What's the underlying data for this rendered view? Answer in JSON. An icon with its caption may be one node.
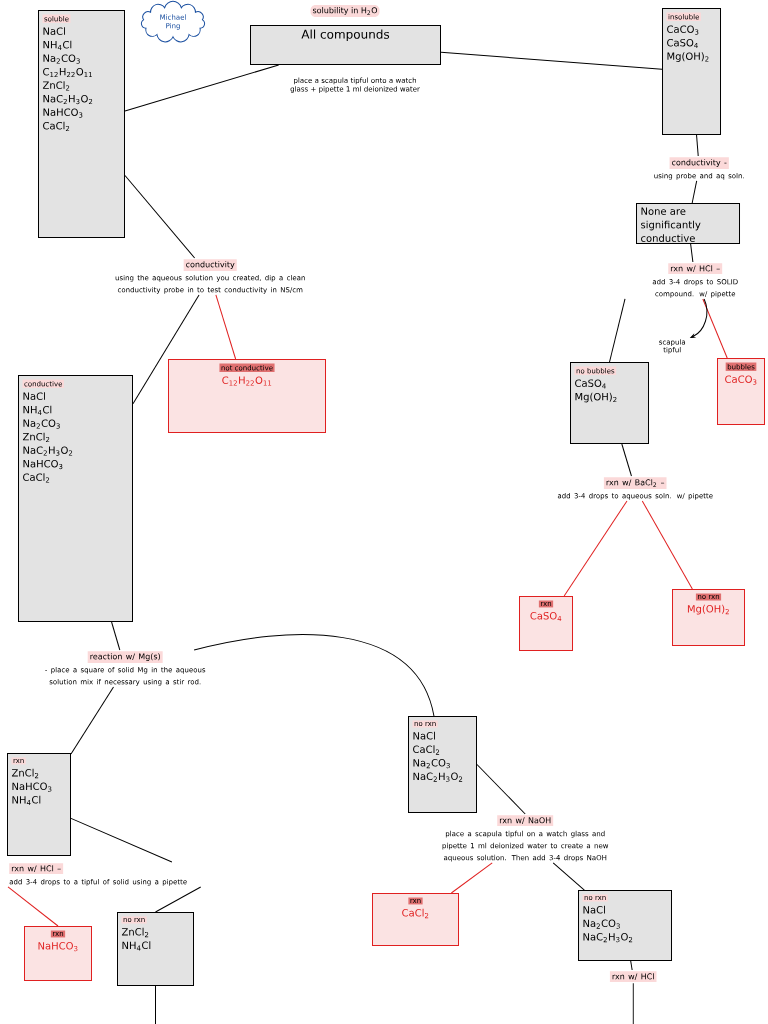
{
  "diagram": {
    "nodes": [
      {
        "text": [
          "Michael Ping"
        ]
      },
      {
        "text": [
          "All compounds"
        ],
        "beside": [
          "solubility in H$_{2}$O",
          "place a scapula tipful onto a watch glass + pipette 1 ml deionized water"
        ]
      },
      {
        "text": [
          "soluble",
          "NaCl",
          "NH$_{4}$Cl",
          "Na$_{2}$CO$_{3}$",
          "C$_{12}$H$_{22}$O$_{11}$",
          "ZnCl$_{2}$",
          "NaC$_{2}$H$_{3}$O$_{2}$",
          "NaHCO$_{3}$",
          "CaCl$_{2}$"
        ]
      },
      {
        "text": [
          "insoluble",
          "CaCO$_{3}$",
          "CaSO$_{4}$",
          "Mg(OH)$_{2}$"
        ]
      },
      {
        "text": [
          "conductivity",
          "using the aqueous solution you created, dip a clean conductivity probe in to test conductivity in NS/cm"
        ]
      },
      {
        "text": [
          "conductive",
          "NaCl",
          "NH$_{4}$Cl",
          "Na$_{2}$CO$_{3}$",
          "ZnCl$_{2}$",
          "NaC$_{2}$H$_{3}$O$_{2}$",
          "NaHCO$_{3}$",
          "CaCl$_{2}$"
        ]
      },
      {
        "text": [
          "not conductive",
          "C$_{12}$H$_{22}$O$_{11}$"
        ]
      },
      {
        "text": [
          "conductivity -",
          "using probe and aq soln."
        ]
      },
      {
        "text": [
          "None are significantly conductive"
        ]
      },
      {
        "text": [
          "rxn w/ HCl –",
          "add 3-4 drops to SOLID compound. w/ pipette"
        ]
      },
      {
        "text": [
          "no bubbles",
          "CaSO$_{4}$",
          "Mg(OH)$_{2}$"
        ]
      },
      {
        "text": [
          "bubbles",
          "CaCO$_{3}$"
        ]
      },
      {
        "text": [
          "scapula tipful"
        ]
      },
      {
        "text": [
          "rxn w/ BaCl$_{2}$ –",
          "add 3-4 drops to aqueous soln. w/ pipette"
        ]
      },
      {
        "text": [
          "rxn",
          "CaSO$_{4}$"
        ]
      },
      {
        "text": [
          "no rxn",
          "Mg(OH)$_{2}$"
        ]
      },
      {
        "text": [
          "reaction w/ Mg(s)",
          "- place a square of solid Mg in the aqueous solution mix if necessary using a stir rod."
        ]
      },
      {
        "text": [
          "rxn",
          "ZnCl$_{2}$",
          "NaHCO$_{3}$",
          "NH$_{4}$Cl"
        ]
      },
      {
        "text": [
          "no rxn",
          "NaCl",
          "CaCl$_{2}$",
          "Na$_{2}$CO$_{3}$",
          "NaC$_{2}$H$_{3}$O$_{2}$"
        ]
      },
      {
        "text": [
          "rxn w/ NaOH",
          "place a scapula tipful on a watch glass and pipette 1 ml deionized water to create a new aqueous solution. Then add 3-4 drops NaOH"
        ]
      },
      {
        "text": [
          "rxn",
          "CaCl$_{2}$"
        ]
      },
      {
        "text": [
          "no rxn",
          "NaCl",
          "Na$_{2}$CO$_{3}$",
          "NaC$_{2}$H$_{3}$O$_{2}$"
        ]
      },
      {
        "text": [
          "rxn w/ HCl"
        ]
      },
      {
        "text": [
          "rxn w/ HCl –",
          "add 3-4 drops to a tipful of solid using a pipette"
        ]
      },
      {
        "text": [
          "rxn",
          "NaHCO$_{3}$"
        ]
      },
      {
        "text": [
          "no rxn",
          "ZnCl$_{2}$",
          "NH$_{4}$Cl"
        ]
      }
    ],
    "edges": [
      {
        "from": 1,
        "to": 2,
        "arrow": "none"
      },
      {
        "from": 1,
        "to": 3,
        "arrow": "none"
      },
      {
        "from": 2,
        "to": 4,
        "arrow": "none"
      },
      {
        "from": 4,
        "to": 5,
        "arrow": "none"
      },
      {
        "from": 4,
        "to": 6,
        "arrow": "none",
        "color": "#e02020"
      },
      {
        "from": 3,
        "to": 7,
        "arrow": "none"
      },
      {
        "from": 7,
        "to": 8,
        "arrow": "none"
      },
      {
        "from": 8,
        "to": 9,
        "arrow": "none"
      },
      {
        "from": 9,
        "to": 10,
        "arrow": "none"
      },
      {
        "from": 9,
        "to": 11,
        "arrow": "none",
        "color": "#e02020"
      },
      {
        "from": 9,
        "to": 12,
        "arrow": "to"
      },
      {
        "from": 10,
        "to": 13,
        "arrow": "none"
      },
      {
        "from": 13,
        "to": 14,
        "arrow": "none",
        "color": "#e02020"
      },
      {
        "from": 13,
        "to": 15,
        "arrow": "none",
        "color": "#e02020"
      },
      {
        "from": 5,
        "to": 16,
        "arrow": "none"
      },
      {
        "from": 16,
        "to": 17,
        "arrow": "none"
      },
      {
        "from": 16,
        "to": 18,
        "arrow": "none"
      },
      {
        "from": 18,
        "to": 19,
        "arrow": "none"
      },
      {
        "from": 19,
        "to": 20,
        "arrow": "none",
        "color": "#e02020"
      },
      {
        "from": 19,
        "to": 21,
        "arrow": "none"
      },
      {
        "from": 21,
        "to": 22,
        "arrow": "none"
      },
      {
        "from": 22,
        "to": null,
        "arrow": "none"
      },
      {
        "from": 17,
        "to": 23,
        "arrow": "none"
      },
      {
        "from": 23,
        "to": 24,
        "arrow": "none",
        "color": "#e02020"
      },
      {
        "from": 23,
        "to": 25,
        "arrow": "none"
      },
      {
        "from": 25,
        "to": null,
        "arrow": "none"
      }
    ]
  }
}
